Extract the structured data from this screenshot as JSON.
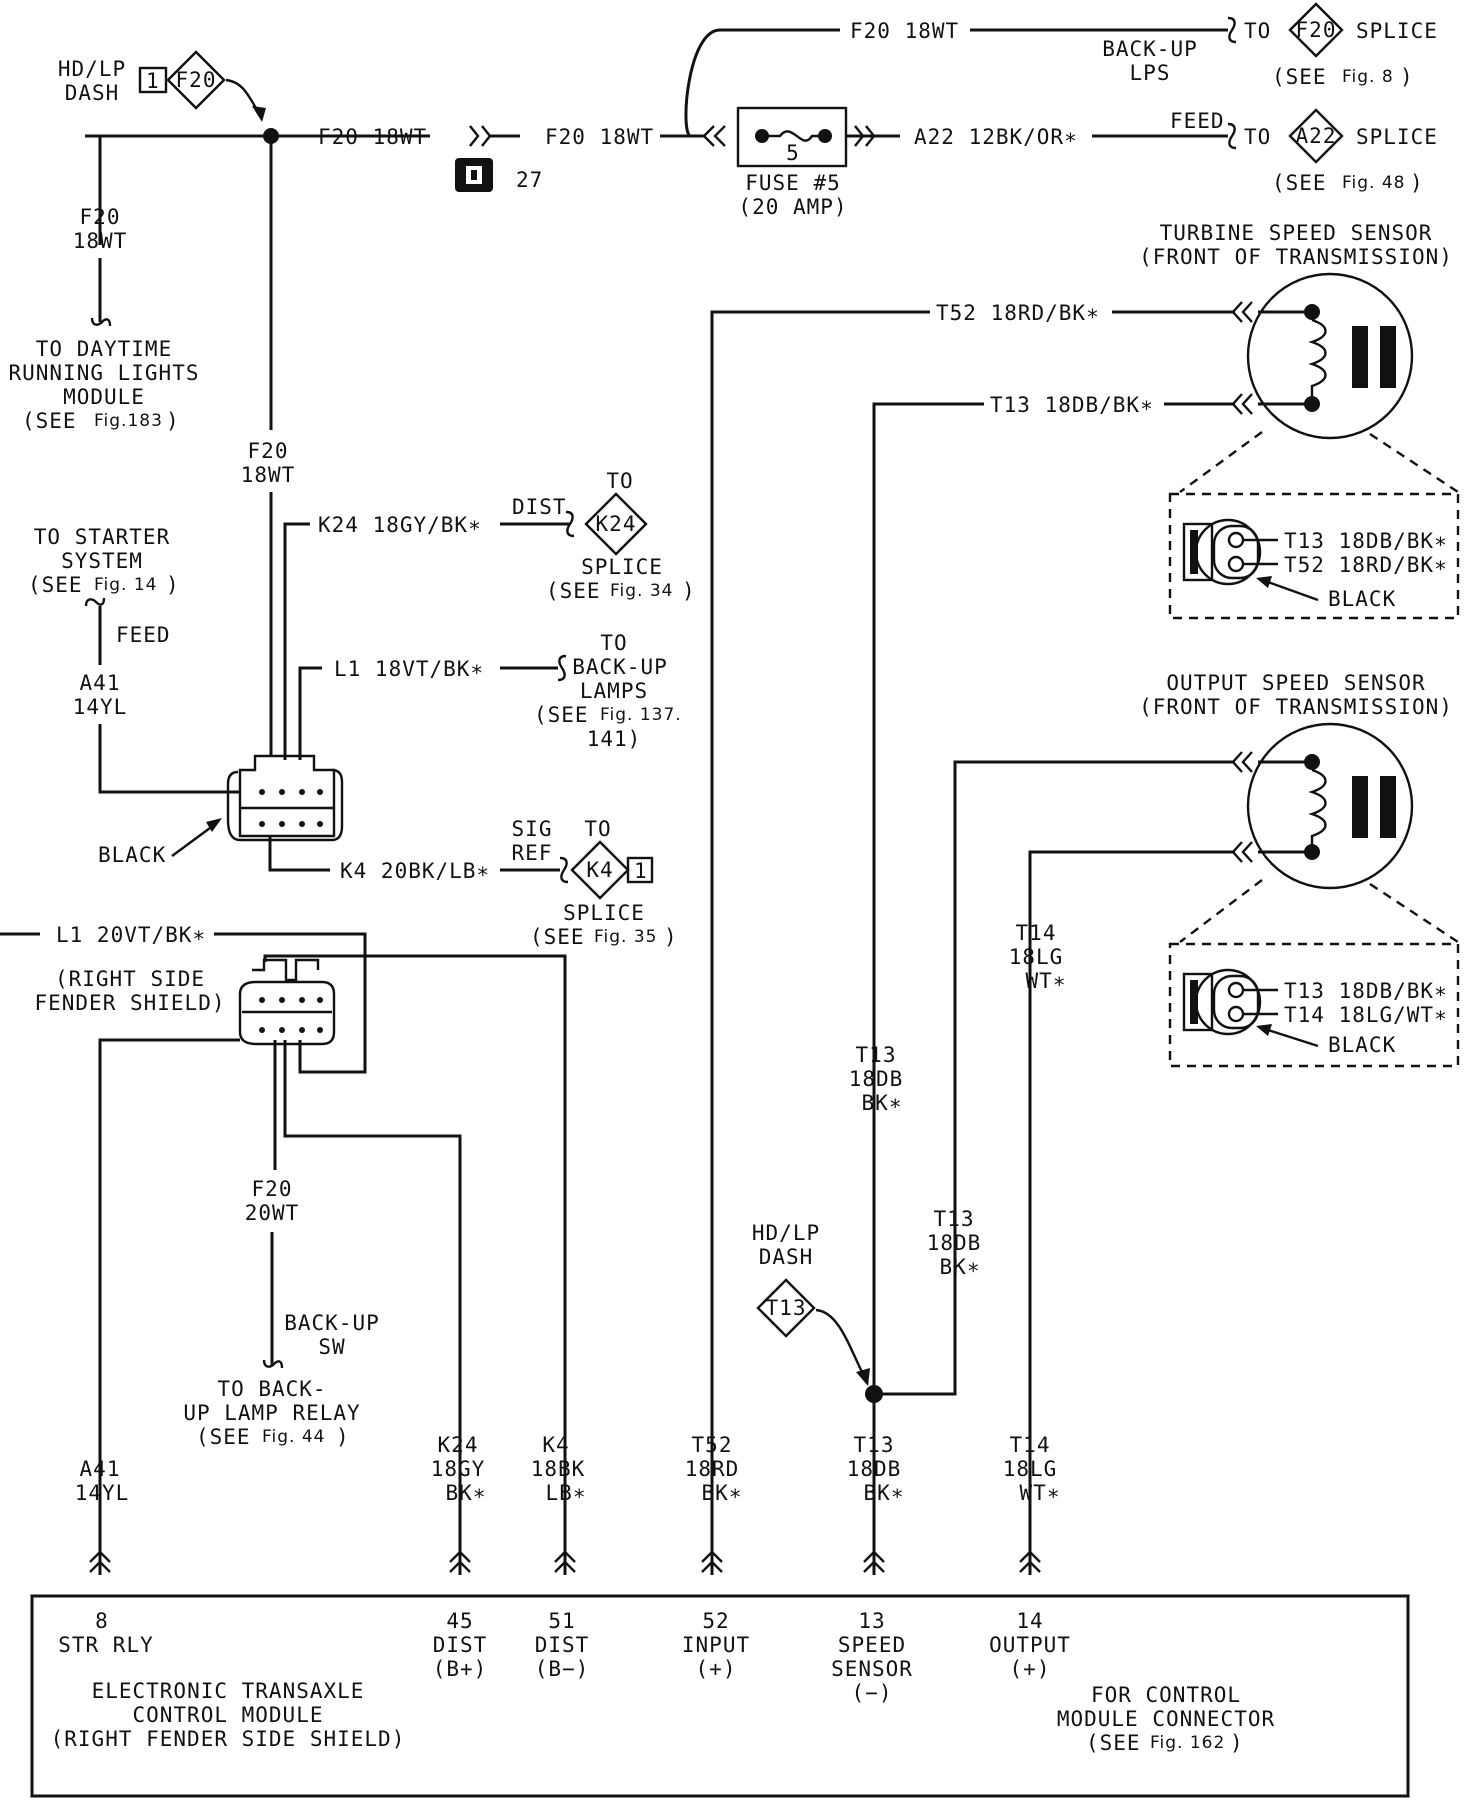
{
  "top": {
    "hd_lp_dash": [
      "HD/LP",
      "DASH"
    ],
    "f20_diamond": "F20",
    "pin_1": "1",
    "wire_f20_18wt": "F20 18WT",
    "connector_27": "27",
    "fuse_label": [
      "FUSE #5",
      "(20 AMP)"
    ],
    "fuse_num": "5",
    "backup_lps": [
      "BACK-UP",
      "LPS"
    ],
    "to": "TO",
    "splice": "SPLICE",
    "see_fig_8": [
      "(SEE",
      "Fig. 8",
      ")"
    ],
    "wire_a22": "A22 12BK/OR∗",
    "feed": "FEED",
    "a22_diamond": "A22",
    "see_fig_48": [
      "(SEE",
      "Fig. 48",
      ")"
    ]
  },
  "left": {
    "f20_vertical": [
      "F20",
      "18WT"
    ],
    "drl": [
      "TO DAYTIME",
      "RUNNING LIGHTS",
      "MODULE",
      "(SEE",
      "Fig.183",
      ")"
    ],
    "starter": [
      "TO STARTER",
      "SYSTEM",
      "(SEE",
      "Fig. 14",
      ")"
    ],
    "feed": "FEED",
    "a41": [
      "A41",
      "14YL"
    ],
    "black": "BLACK",
    "right_side": [
      "(RIGHT SIDE",
      "FENDER SHIELD)"
    ],
    "l1_20": "L1 20VT/BK∗",
    "f20_20wt": [
      "F20",
      "20WT"
    ],
    "backup_sw": [
      "BACK-UP",
      "SW"
    ],
    "backup_relay": [
      "TO BACK-",
      "UP LAMP RELAY",
      "(SEE",
      "Fig. 44",
      ")"
    ]
  },
  "middle": {
    "k24": "K24 18GY/BK∗",
    "dist": "DIST",
    "to": "TO",
    "k24_diamond": "K24",
    "splice": "SPLICE",
    "see_fig_34": [
      "(SEE",
      "Fig. 34",
      ")"
    ],
    "l1": "L1 18VT/BK∗",
    "backup_lamps": [
      "TO",
      "BACK-UP",
      "LAMPS",
      "(SEE",
      "Fig. 137.",
      "141)"
    ],
    "k4": "K4 20BK/LB∗",
    "sig_ref": [
      "SIG",
      "REF"
    ],
    "k4_diamond": "K4",
    "pin_1": "1",
    "see_fig_35": [
      "(SEE",
      "Fig. 35",
      ")"
    ]
  },
  "right": {
    "t52": "T52 18RD/BK∗",
    "t13": "T13 18DB/BK∗",
    "turbine": [
      "TURBINE SPEED SENSOR",
      "(FRONT OF TRANSMISSION)"
    ],
    "output": [
      "OUTPUT SPEED SENSOR",
      "(FRONT OF TRANSMISSION)"
    ],
    "conn1": [
      "T13 18DB/BK∗",
      "T52 18RD/BK∗"
    ],
    "conn2": [
      "T13 18DB/BK∗",
      "T14 18LG/WT∗"
    ],
    "black": "BLACK",
    "t14_vertical": [
      "T14",
      "18LG",
      "WT∗"
    ],
    "t13_vertical_a": [
      "T13",
      "18DB",
      "BK∗"
    ],
    "t13_vertical_b": [
      "T13",
      "18DB",
      "BK∗"
    ],
    "hd_lp_dash": [
      "HD/LP",
      "DASH"
    ],
    "t13_diamond": "T13"
  },
  "bottom": {
    "wires": [
      [
        "A41",
        "14YL"
      ],
      [
        "K24",
        "18GY",
        "BK∗"
      ],
      [
        "K4",
        "18BK",
        "LB∗"
      ],
      [
        "T52",
        "18RD",
        "BK∗"
      ],
      [
        "T13",
        "18DB",
        "BK∗"
      ],
      [
        "T14",
        "18LG",
        "WT∗"
      ]
    ],
    "pins": [
      [
        "8",
        "STR RLY"
      ],
      [
        "45",
        "DIST",
        "(B+)"
      ],
      [
        "51",
        "DIST",
        "(B−)"
      ],
      [
        "52",
        "INPUT",
        "(+)"
      ],
      [
        "13",
        "SPEED",
        "SENSOR",
        "(−)"
      ],
      [
        "14",
        "OUTPUT",
        "(+)"
      ]
    ],
    "module_name": [
      "ELECTRONIC TRANSAXLE",
      "CONTROL MODULE",
      "(RIGHT FENDER SIDE SHIELD)"
    ],
    "for_control": [
      "FOR CONTROL",
      "MODULE CONNECTOR",
      "(SEE",
      "Fig. 162",
      ")"
    ]
  }
}
